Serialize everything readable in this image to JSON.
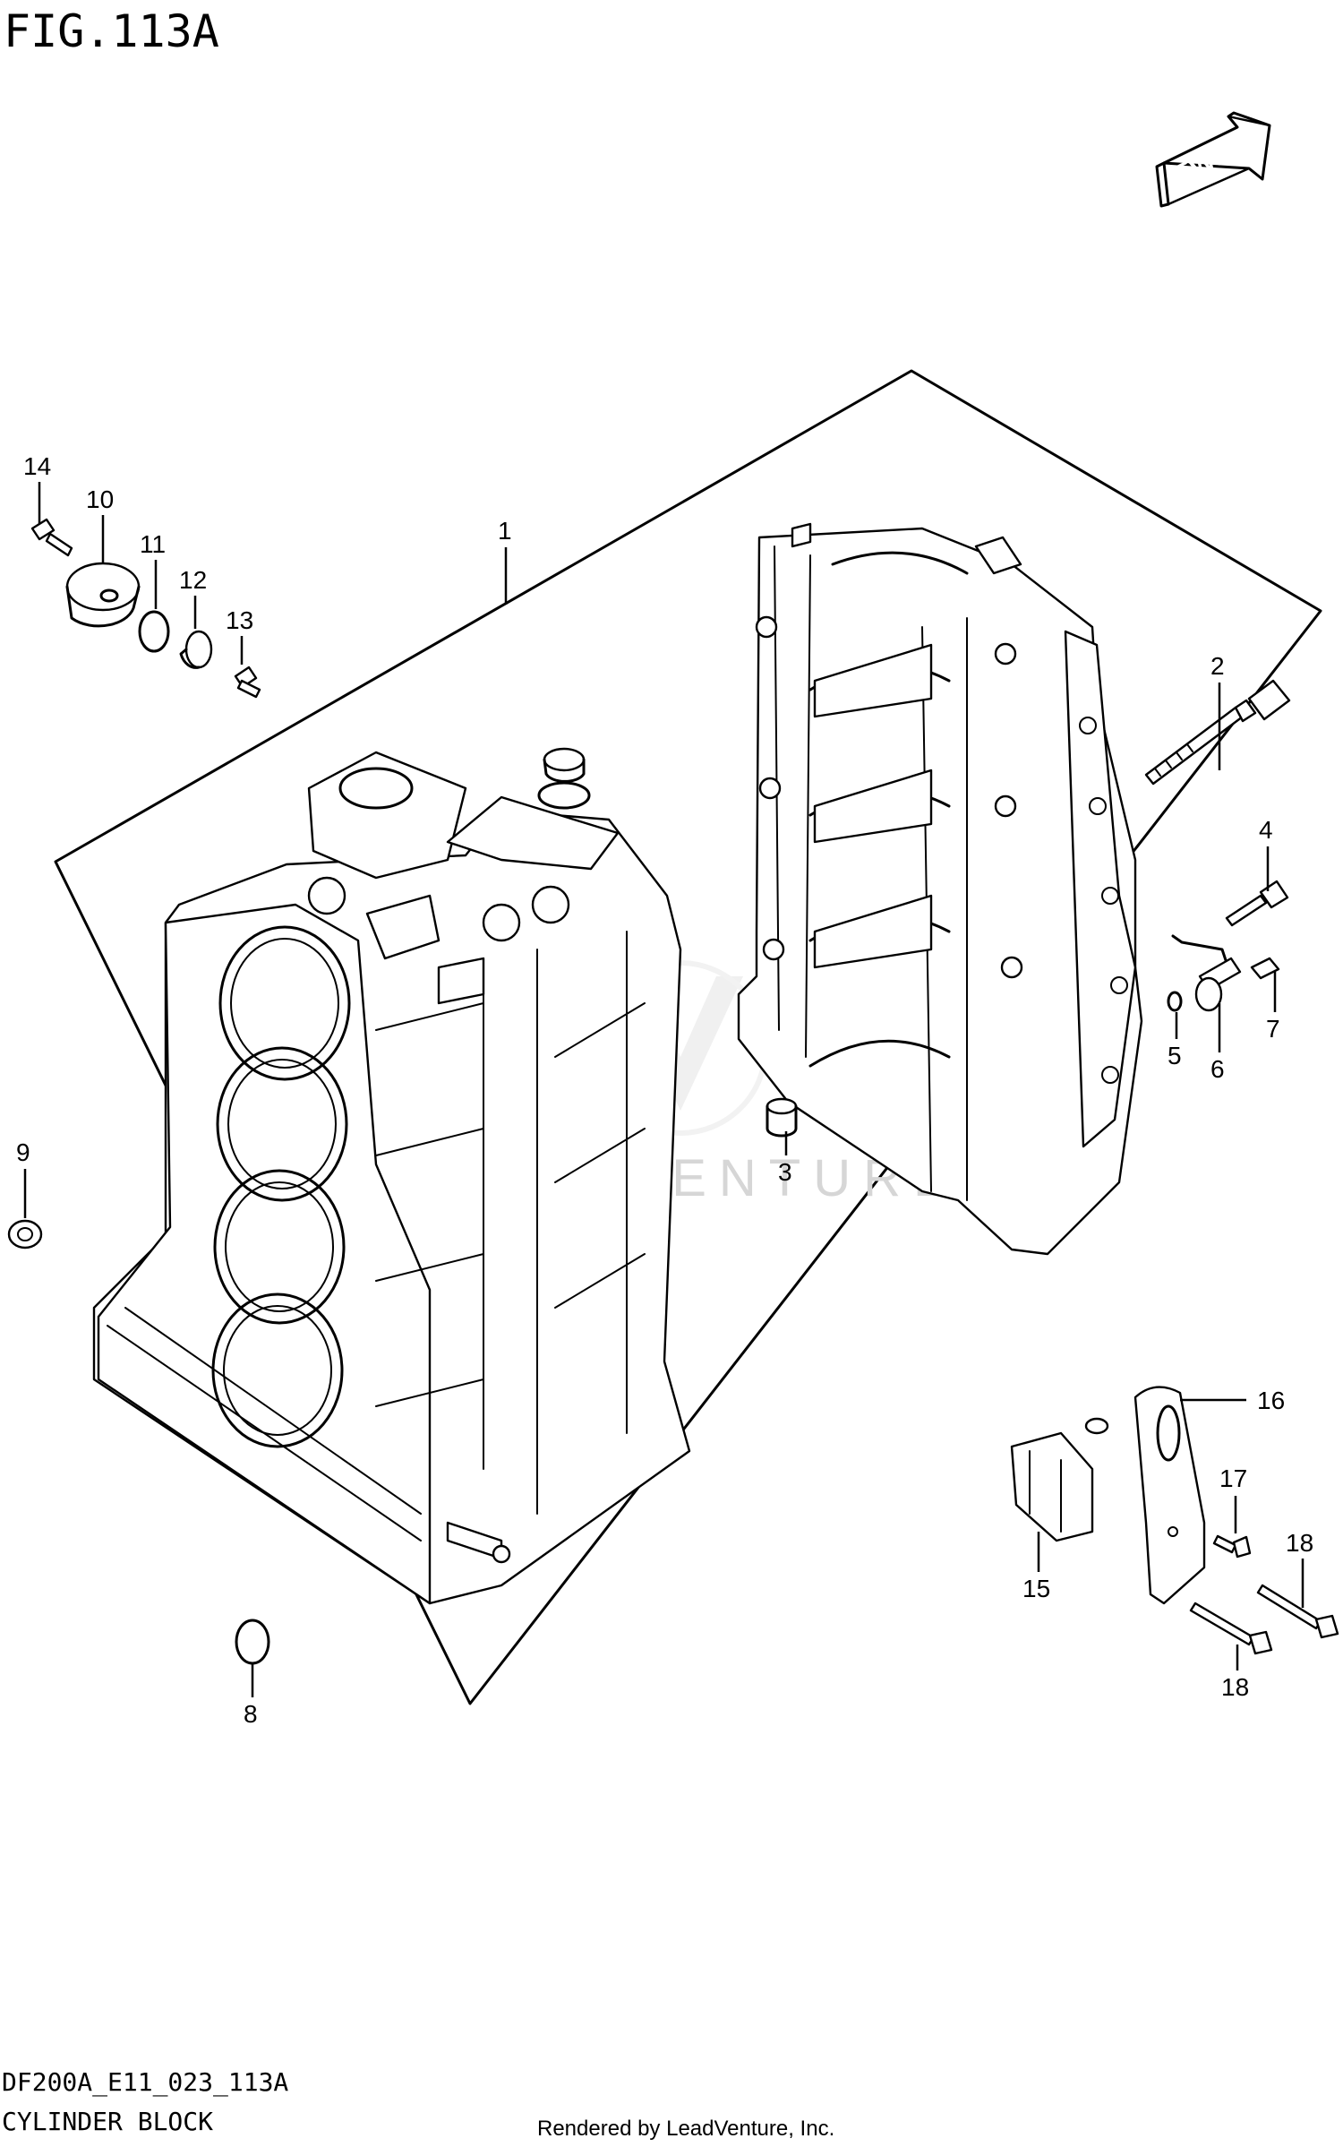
{
  "figure": {
    "id": "FIG.113A",
    "code": "DF200A_E11_023_113A",
    "name": "CYLINDER BLOCK",
    "credit": "Rendered by LeadVenture, Inc.",
    "watermark": "LEADVENTURE",
    "direction_badge": "FWD"
  },
  "callouts": [
    "1",
    "2",
    "3",
    "4",
    "5",
    "6",
    "7",
    "8",
    "9",
    "10",
    "11",
    "12",
    "13",
    "14",
    "15",
    "16",
    "17",
    "18",
    "18"
  ],
  "icons": {
    "direction": "fwd-arrow-icon",
    "watermark_logo": "leadventure-logo-icon"
  }
}
